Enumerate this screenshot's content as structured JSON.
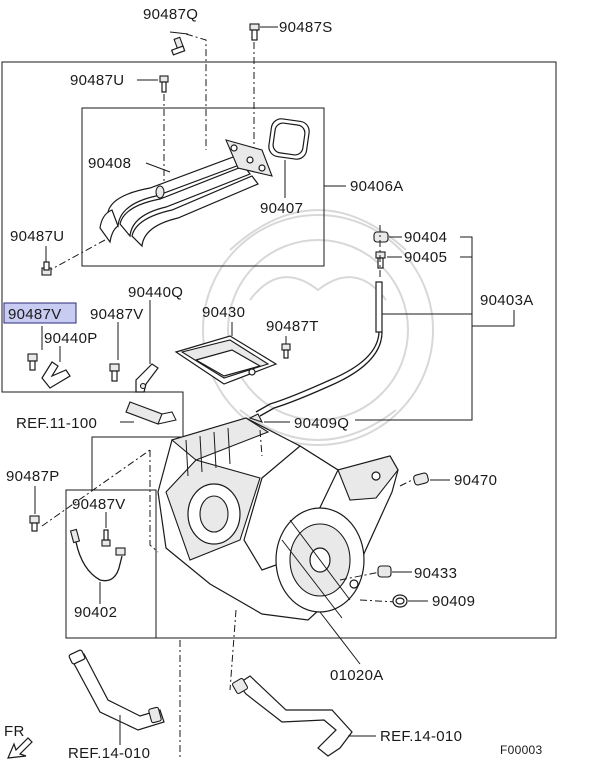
{
  "diagram_code": "F00003",
  "direction": "FR",
  "highlighted_label": "90487V",
  "accent_color": "#c9ccf2",
  "labels": {
    "p90487Q": "90487Q",
    "p90487S": "90487S",
    "p90487U_top": "90487U",
    "p90408": "90408",
    "p90407": "90407",
    "p90406A": "90406A",
    "p90487U_left": "90487U",
    "p90404": "90404",
    "p90405": "90405",
    "p90403A": "90403A",
    "p90440Q": "90440Q",
    "p90487V_hl": "90487V",
    "p90487V_mid": "90487V",
    "p90430": "90430",
    "p90487T": "90487T",
    "p90440P": "90440P",
    "ref11_100": "REF.11-100",
    "p90409Q": "90409Q",
    "p90487P": "90487P",
    "p90470": "90470",
    "p90487V_low": "90487V",
    "p90433": "90433",
    "p90409": "90409",
    "p90402": "90402",
    "p01020A": "01020A",
    "ref14_010_left": "REF.14-010",
    "ref14_010_right": "REF.14-010"
  }
}
